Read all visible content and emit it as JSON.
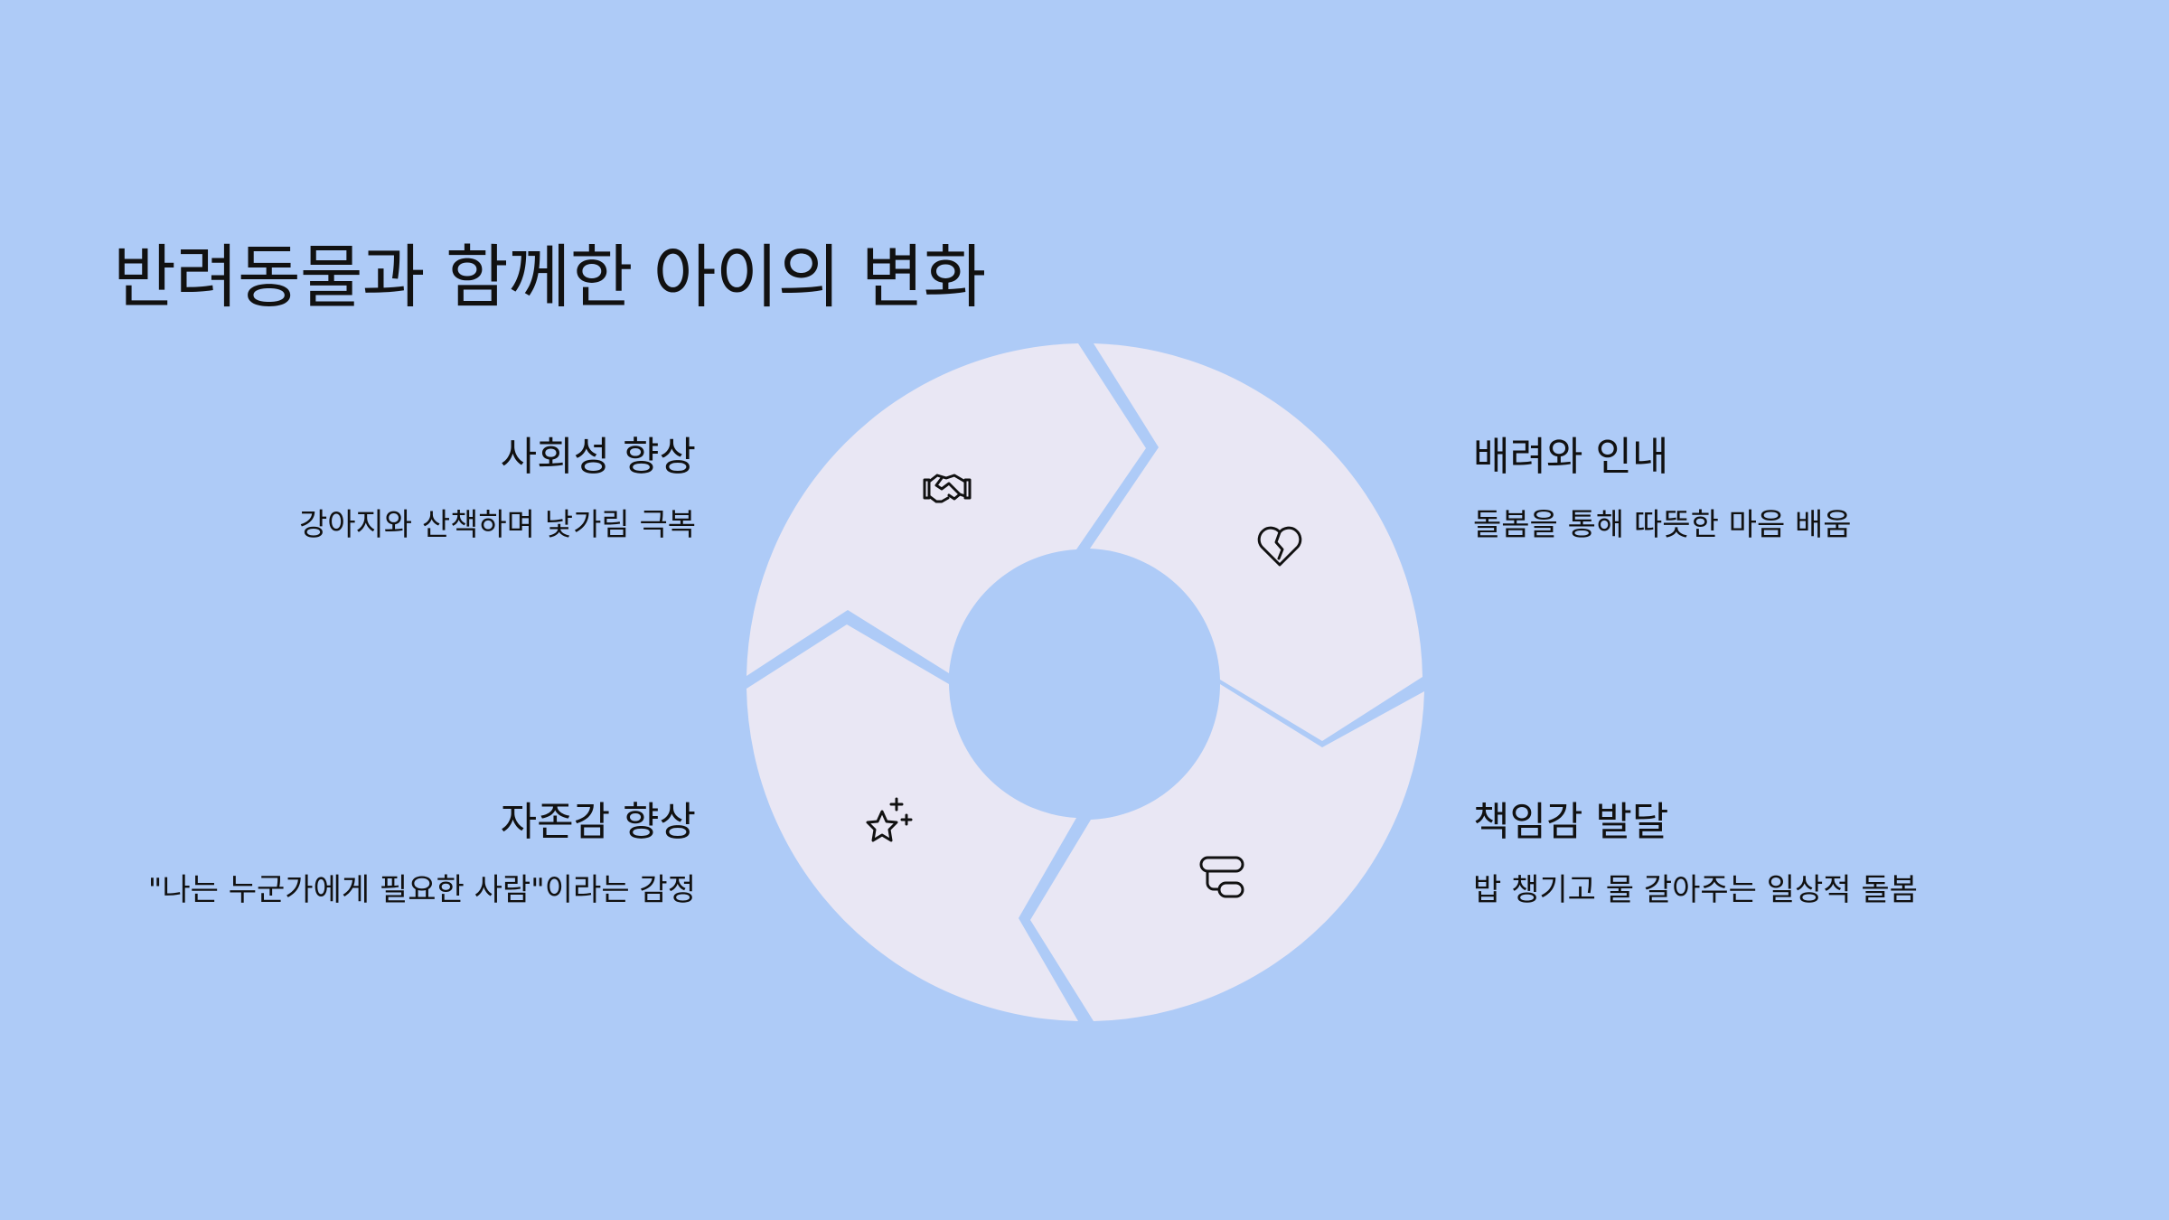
{
  "title": "반려동물과 함께한 아이의 변화",
  "colors": {
    "background": "#aecbf7",
    "segment_fill": "#e9e7f4",
    "icon_stroke": "#111111",
    "text": "#111111"
  },
  "segments": [
    {
      "id": "top-left",
      "heading": "사회성 향상",
      "description": "강아지와 산책하며 낯가림 극복",
      "icon": "handshake-icon"
    },
    {
      "id": "top-right",
      "heading": "배려와 인내",
      "description": "돌봄을 통해 따뜻한 마음 배움",
      "icon": "heart-icon"
    },
    {
      "id": "bottom-right",
      "heading": "책임감 발달",
      "description": "밥 챙기고 물 갈아주는 일상적 돌봄",
      "icon": "task-list-icon"
    },
    {
      "id": "bottom-left",
      "heading": "자존감 향상",
      "description": "\"나는 누군가에게 필요한 사람\"이라는 감정",
      "icon": "sparkle-star-icon"
    }
  ]
}
